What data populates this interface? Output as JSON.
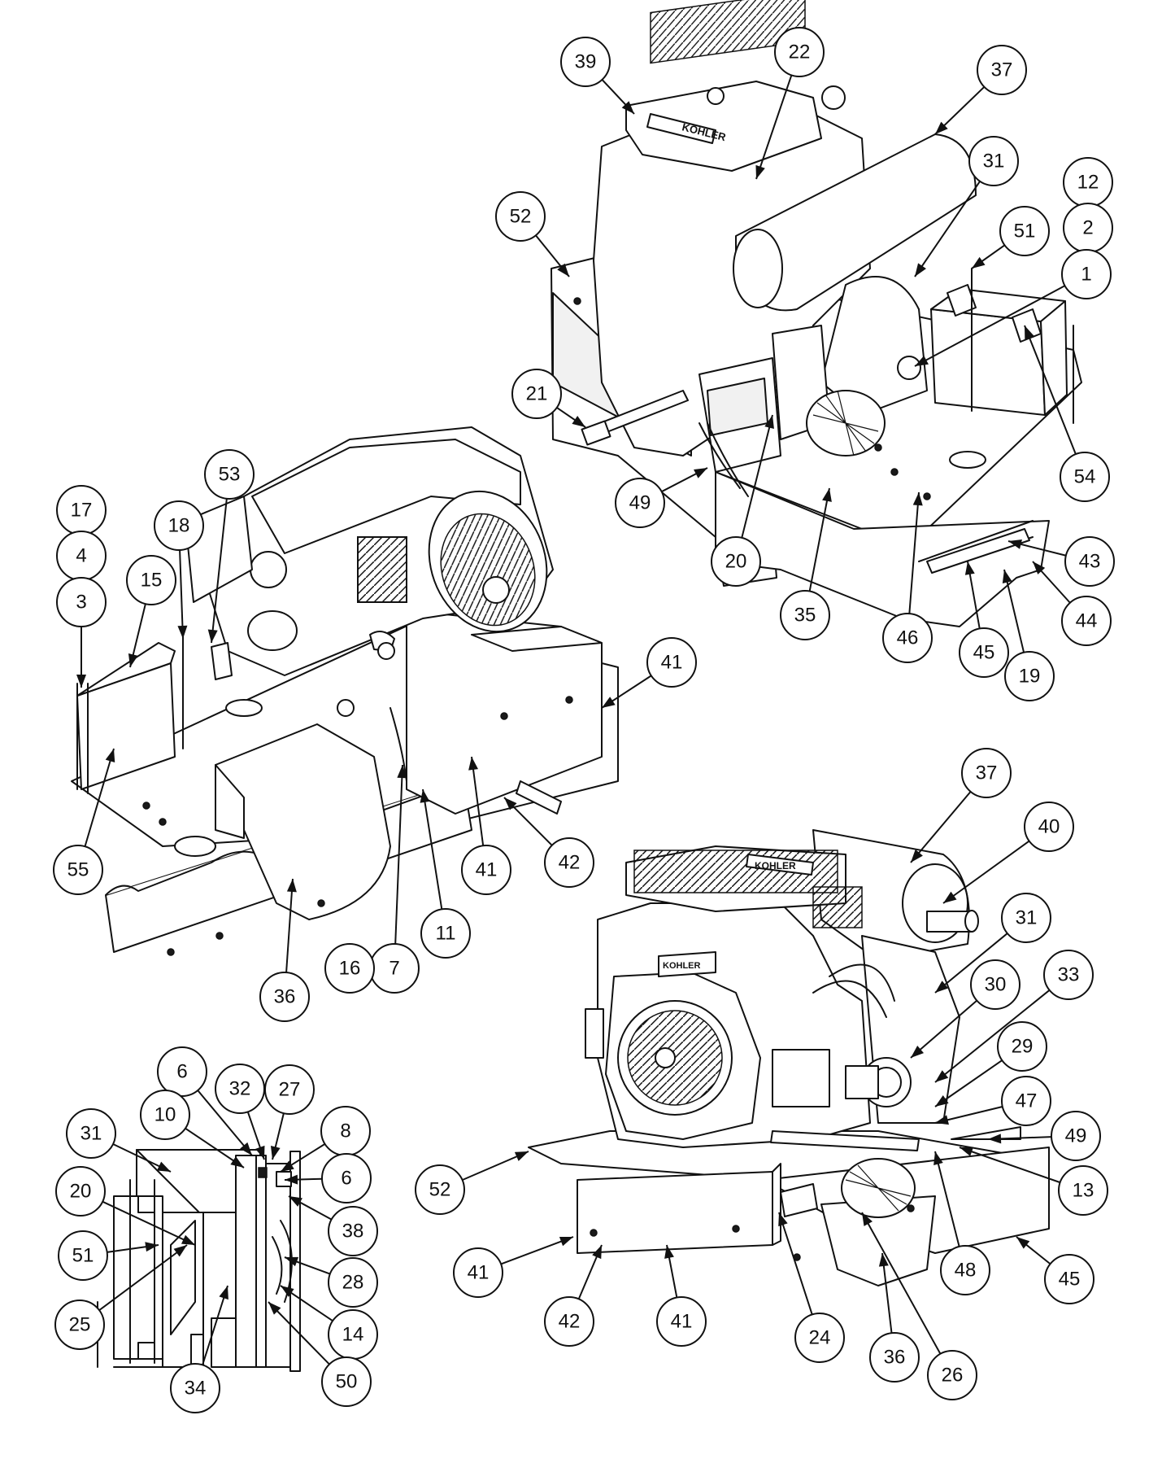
{
  "brand_label": "KOHLER",
  "callouts": [
    {
      "label": "39"
    },
    {
      "label": "22"
    },
    {
      "label": "37"
    },
    {
      "label": "31"
    },
    {
      "label": "12"
    },
    {
      "label": "2"
    },
    {
      "label": "51"
    },
    {
      "label": "1"
    },
    {
      "label": "52"
    },
    {
      "label": "21"
    },
    {
      "label": "54"
    },
    {
      "label": "49"
    },
    {
      "label": "20"
    },
    {
      "label": "35"
    },
    {
      "label": "46"
    },
    {
      "label": "45"
    },
    {
      "label": "19"
    },
    {
      "label": "44"
    },
    {
      "label": "43"
    },
    {
      "label": "17"
    },
    {
      "label": "4"
    },
    {
      "label": "3"
    },
    {
      "label": "15"
    },
    {
      "label": "18"
    },
    {
      "label": "53"
    },
    {
      "label": "41"
    },
    {
      "label": "55"
    },
    {
      "label": "41"
    },
    {
      "label": "42"
    },
    {
      "label": "11"
    },
    {
      "label": "7"
    },
    {
      "label": "16"
    },
    {
      "label": "36"
    },
    {
      "label": "37"
    },
    {
      "label": "40"
    },
    {
      "label": "31"
    },
    {
      "label": "33"
    },
    {
      "label": "30"
    },
    {
      "label": "29"
    },
    {
      "label": "47"
    },
    {
      "label": "49"
    },
    {
      "label": "13"
    },
    {
      "label": "52"
    },
    {
      "label": "41"
    },
    {
      "label": "42"
    },
    {
      "label": "41"
    },
    {
      "label": "24"
    },
    {
      "label": "36"
    },
    {
      "label": "26"
    },
    {
      "label": "48"
    },
    {
      "label": "45"
    },
    {
      "label": "6"
    },
    {
      "label": "32"
    },
    {
      "label": "27"
    },
    {
      "label": "10"
    },
    {
      "label": "31"
    },
    {
      "label": "8"
    },
    {
      "label": "6"
    },
    {
      "label": "20"
    },
    {
      "label": "38"
    },
    {
      "label": "51"
    },
    {
      "label": "28"
    },
    {
      "label": "25"
    },
    {
      "label": "14"
    },
    {
      "label": "34"
    },
    {
      "label": "50"
    }
  ]
}
